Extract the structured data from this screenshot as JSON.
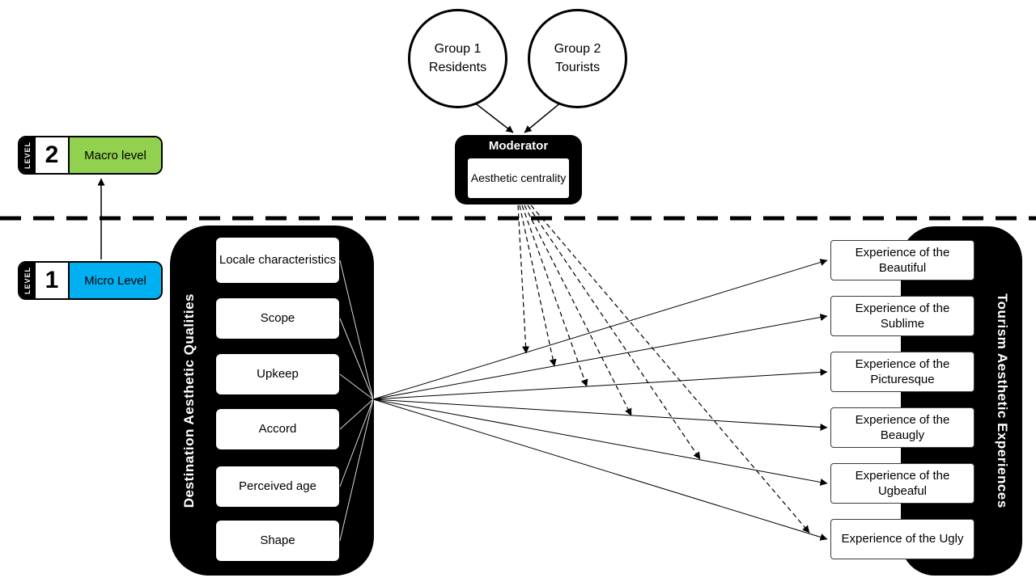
{
  "groups": [
    {
      "lines": [
        "Group 1",
        "Residents"
      ]
    },
    {
      "lines": [
        "Group 2",
        "Tourists"
      ]
    }
  ],
  "moderator": {
    "title": "Moderator",
    "value": "Aesthetic centrality"
  },
  "levels": {
    "macro": {
      "tag": "LEVEL",
      "number": "2",
      "label": "Macro level",
      "color": "#92d050"
    },
    "micro": {
      "tag": "LEVEL",
      "number": "1",
      "label": "Micro Level",
      "color": "#00b0f0"
    }
  },
  "left_panel": {
    "title": "Destination Aesthetic Qualities",
    "items": [
      "Locale characteristics",
      "Scope",
      "Upkeep",
      "Accord",
      "Perceived age",
      "Shape"
    ]
  },
  "right_panel": {
    "title": "Tourism Aesthetic Experiences",
    "items": [
      "Experience of the Beautiful",
      "Experience of the Sublime",
      "Experience of the Picturesque",
      "Experience of the Beaugly",
      "Experience of the Ugbeaful",
      "Experience of the Ugly"
    ]
  }
}
